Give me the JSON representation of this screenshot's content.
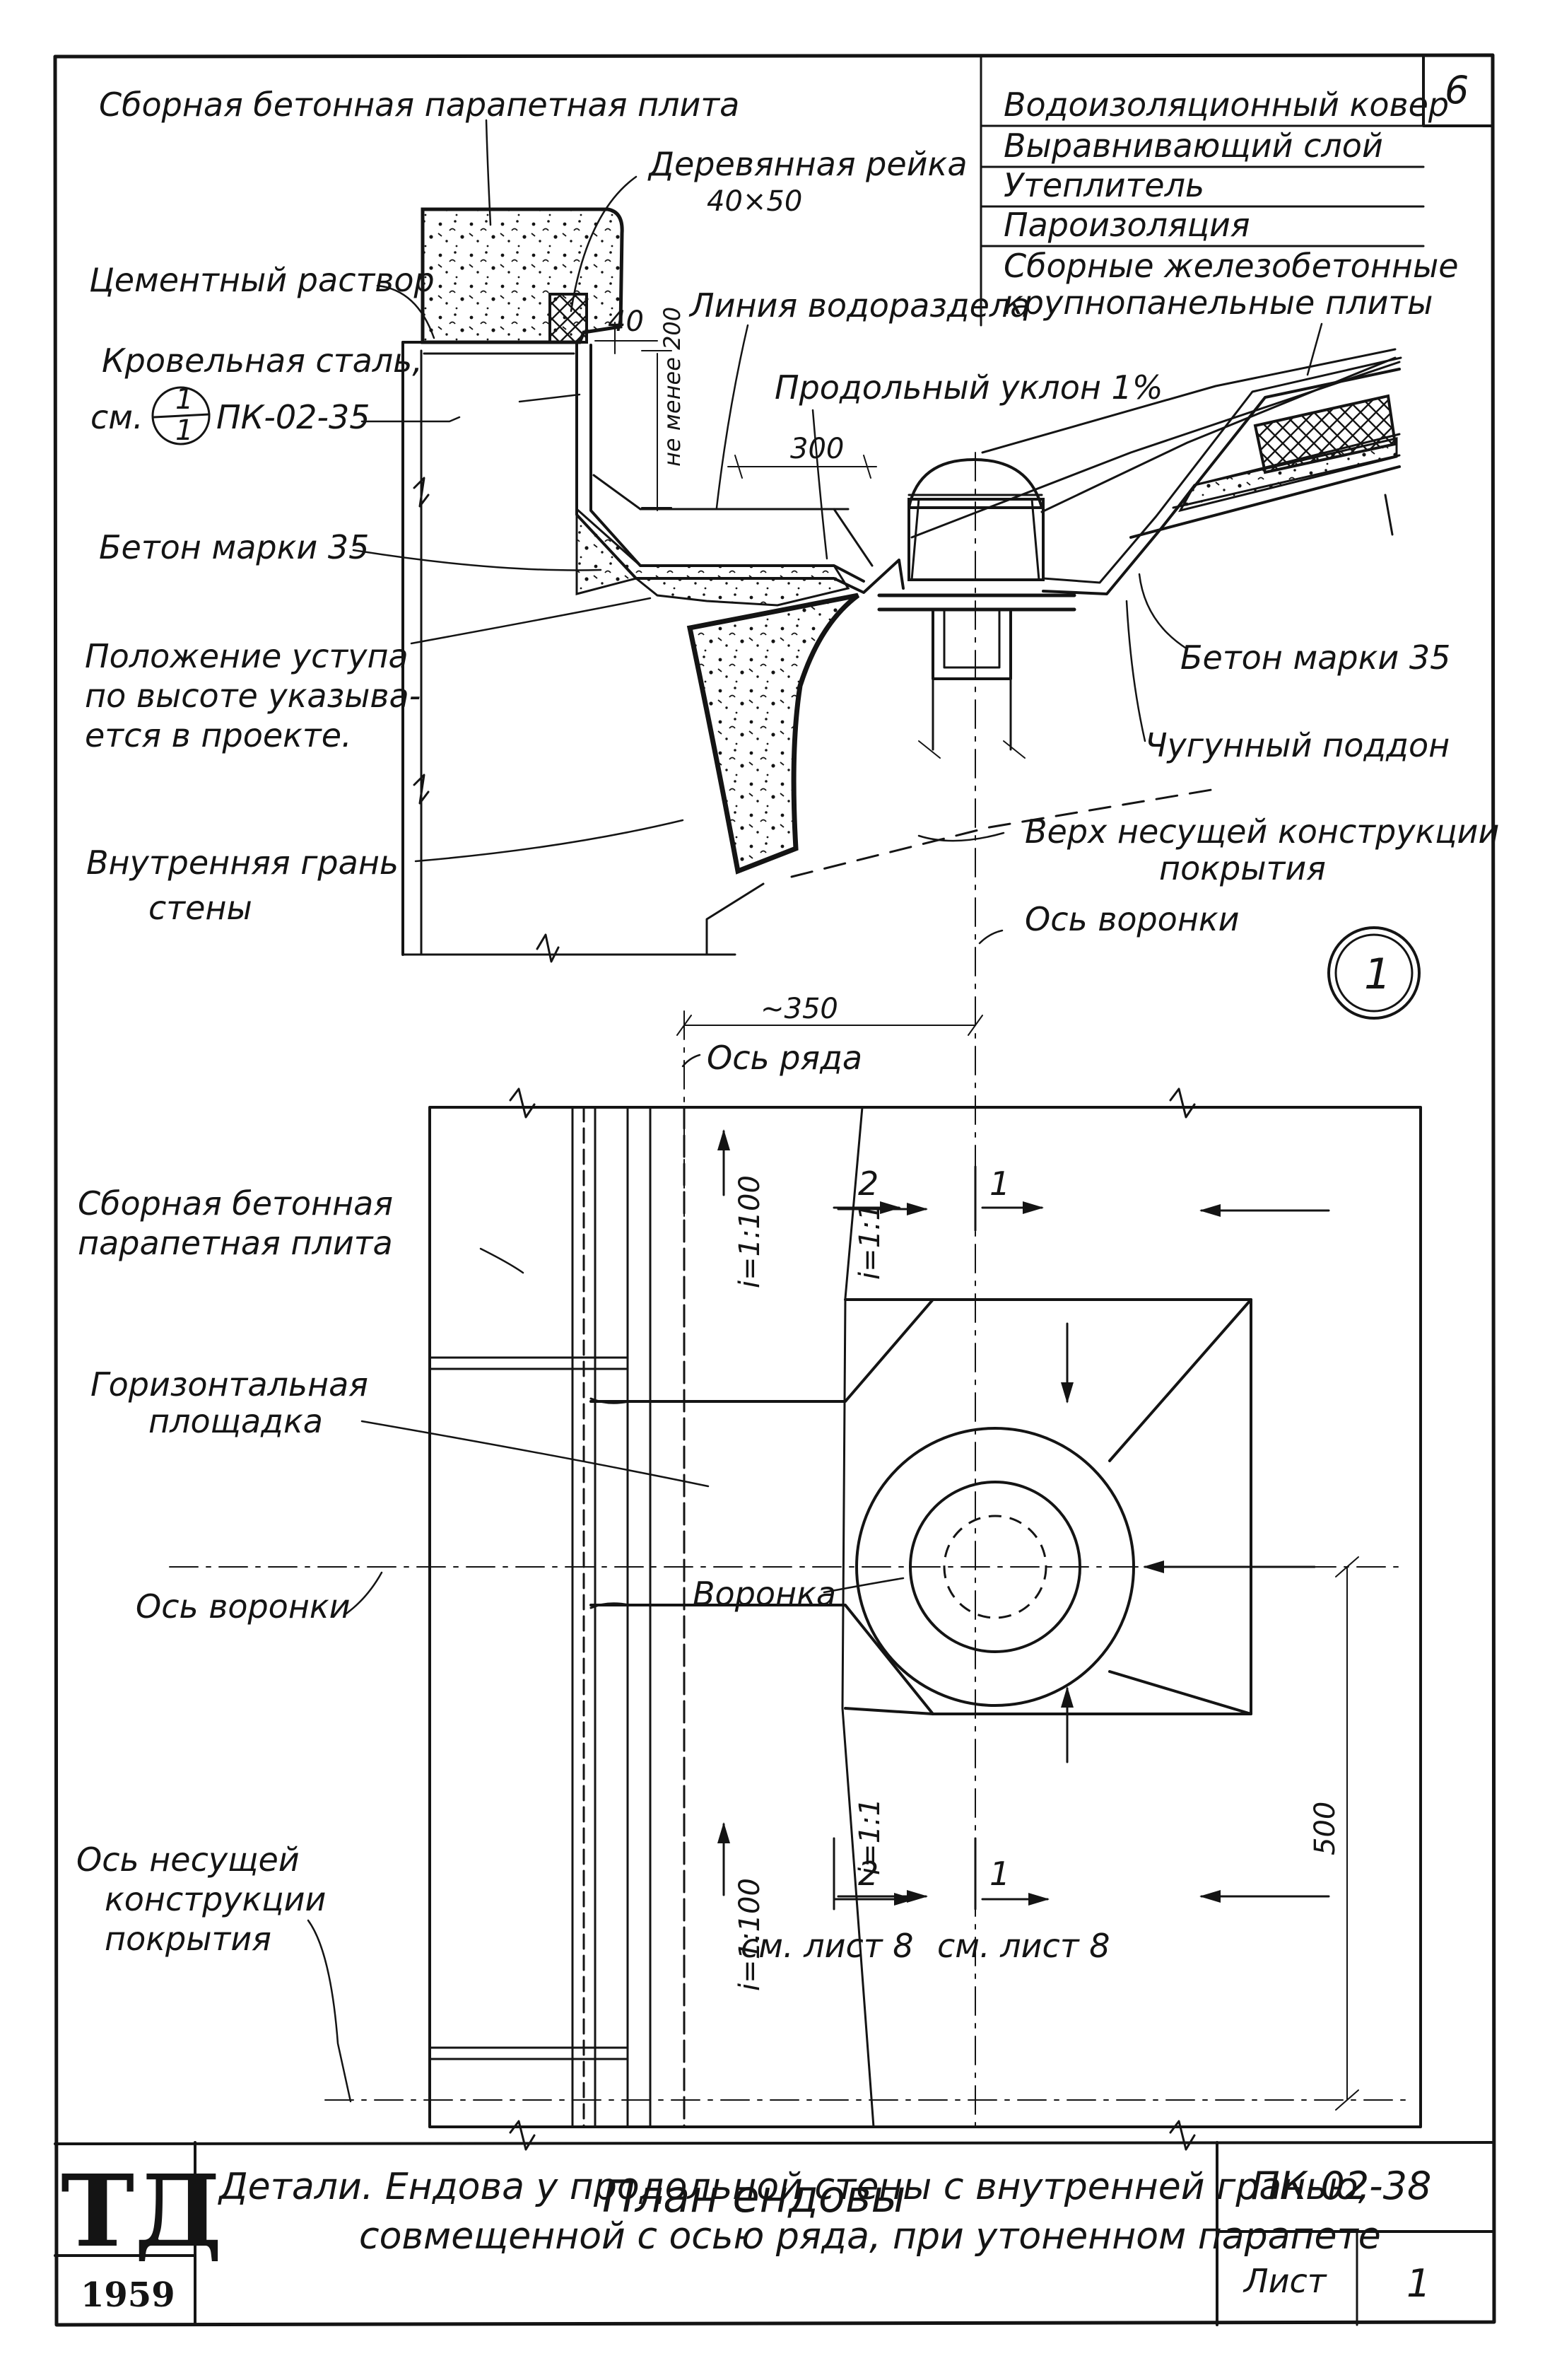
{
  "sheet": {
    "number": "6",
    "section_no": "1",
    "plan_title": "План ендовы"
  },
  "layers": [
    "Водоизоляционный ковер",
    "Выравнивающий слой",
    "Утеплитель",
    "Пароизоляция",
    "Сборные железобетонные",
    "крупнопанельные плиты"
  ],
  "section_labels": {
    "parapet_slab": "Сборная бетонная парапетная плита",
    "wood_strip": "Деревянная рейка",
    "wood_strip_size": "40×50",
    "cement_mortar": "Цементный раствор",
    "roof_steel": "Кровельная сталь,",
    "roof_steel_ref_prefix": "см.",
    "roof_steel_ref_num": "1",
    "roof_steel_ref_den": "1",
    "roof_steel_ref_code": "ПК-02-35",
    "watershed": "Линия водораздела",
    "dim_40": "40",
    "dim_200": "не менее 200",
    "slope": "Продольный уклон 1%",
    "dim_300": "300",
    "concrete_left": "Бетон марки 35",
    "step_note_1": "Положение уступа",
    "step_note_2": "по высоте указыва-",
    "step_note_3": "ется в проекте.",
    "concrete_right": "Бетон марки 35",
    "cast_iron_tray": "Чугунный поддон",
    "inner_face_1": "Внутренняя грань",
    "inner_face_2": "стены",
    "top_structure_1": "Верх несущей конструкции",
    "top_structure_2": "покрытия",
    "funnel_axis": "Ось воронки",
    "dim_350": "~350",
    "row_axis": "Ось ряда"
  },
  "plan_labels": {
    "parapet_slab_1": "Сборная бетонная",
    "parapet_slab_2": "парапетная плита",
    "platform_1": "Горизонтальная",
    "platform_2": "площадка",
    "funnel_axis": "Ось воронки",
    "funnel": "Воронка",
    "structure_axis_1": "Ось несущей",
    "structure_axis_2": "конструкции",
    "structure_axis_3": "покрытия",
    "slope_100": "i=1:100",
    "slope_1_1": "i=1:1",
    "cut_1": "1",
    "cut_2": "2",
    "see_sheet_left": "см. лист 8",
    "see_sheet_right": "см. лист 8",
    "dim_500": "500"
  },
  "title_block": {
    "logo": "ТД",
    "year": "1959",
    "title_line1": "Детали. Ендова у продольной стены с внутренней гранью,",
    "title_line2": "совмещенной с осью ряда, при утоненном парапете",
    "code": "ПК-02-38",
    "sheet_label": "Лист",
    "sheet_value": "1"
  }
}
